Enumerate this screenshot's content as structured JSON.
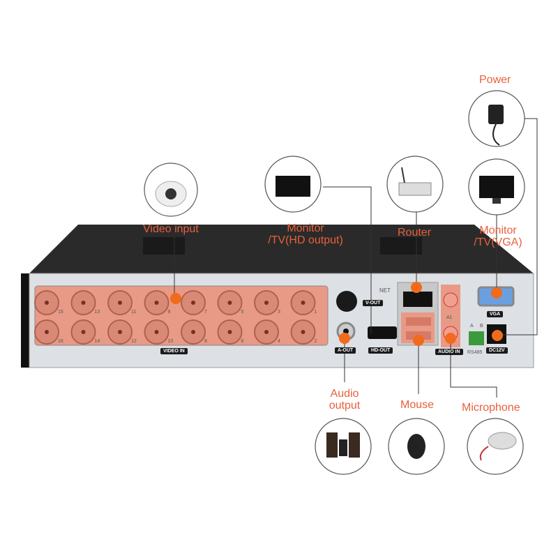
{
  "callouts": {
    "video_input": "Video input",
    "monitor_hd": [
      "Monitor",
      "/TV(HD output)"
    ],
    "router": "Router",
    "power": "Power",
    "monitor_vga": [
      "Monitor",
      "/TV(VGA)"
    ],
    "audio_output": [
      "Audio",
      "output"
    ],
    "mouse": "Mouse",
    "microphone": "Microphone"
  },
  "panel": {
    "video_in": "VIDEO IN",
    "v_out": "V-OUT",
    "a_out": "A-OUT",
    "hd_out": "HD-OUT",
    "net": "NET",
    "audio_in": "AUDIO IN",
    "a1": "A1",
    "vga": "VGA",
    "rs485": "RS485",
    "rs485_a": "A",
    "rs485_b": "B",
    "dc12v": "DC12V",
    "channels_top": [
      "15",
      "13",
      "11",
      "9",
      "7",
      "5",
      "3",
      "1"
    ],
    "channels_bottom": [
      "16",
      "14",
      "12",
      "10",
      "8",
      "6",
      "4",
      "2"
    ]
  },
  "colors": {
    "accent": "#f26a1b",
    "label": "#e8603c",
    "highlight": "#e89a86"
  }
}
